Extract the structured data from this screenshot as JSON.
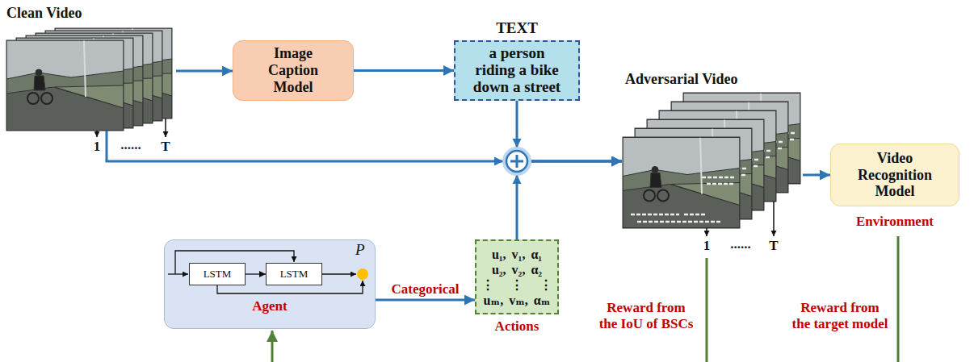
{
  "diagram": {
    "nodes": [
      {
        "text": [
          "Clean Video"
        ]
      },
      {
        "text": [
          "Image Caption Model"
        ]
      },
      {
        "text": [
          "TEXT",
          "a person riding a bike down a street"
        ]
      },
      {
        "text": [
          "Adversarial Video"
        ]
      },
      {
        "text": [
          "Video Recognition Model",
          "Environment"
        ]
      },
      {
        "text": [
          "P",
          "Agent"
        ]
      },
      {
        "text": [
          "LSTM"
        ],
        "in": 5
      },
      {
        "text": [
          "LSTM"
        ],
        "in": 5
      },
      {
        "text": [
          "u₁, v₁, α₁",
          "u₂, v₂, α₂",
          "⋮ ⋮ ⋮",
          "uₘ, vₘ, αₘ",
          "Actions"
        ]
      }
    ],
    "edges": [
      {
        "from": 0,
        "to": 1,
        "arrow": "to"
      },
      {
        "from": 1,
        "to": 2,
        "arrow": "to"
      },
      {
        "from": 0,
        "to": 3,
        "arrow": "to"
      },
      {
        "from": 2,
        "to": 3,
        "arrow": "to"
      },
      {
        "from": 8,
        "to": 3,
        "arrow": "to"
      },
      {
        "from": 3,
        "to": 4,
        "arrow": "to"
      },
      {
        "from": 5,
        "to": 8,
        "label": "Categorical",
        "arrow": "to"
      },
      {
        "from": 6,
        "to": 7,
        "arrow": "to"
      }
    ],
    "labels": [
      "1",
      "......",
      "T",
      "1",
      "......",
      "T",
      "Reward from the IoU of BSCs",
      "Reward from the target model"
    ]
  }
}
